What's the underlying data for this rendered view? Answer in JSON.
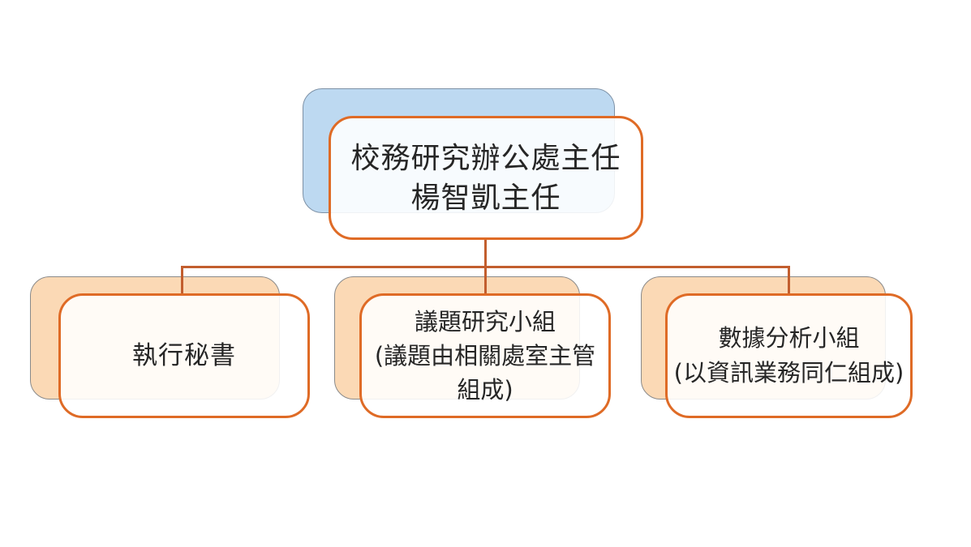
{
  "org_chart": {
    "root": {
      "lines": [
        "校務研究辦公處主任",
        "楊智凱主任"
      ]
    },
    "children": [
      {
        "lines": [
          "執行秘書"
        ]
      },
      {
        "lines": [
          "議題研究小組",
          "(議題由相關處室主管",
          "組成)"
        ]
      },
      {
        "lines": [
          "數據分析小組",
          "(以資訊業務同仁組成)"
        ]
      }
    ],
    "colors": {
      "root_shadow_fill": "#BDD9F1",
      "root_shadow_border": "#7D91A6",
      "child_shadow_fill": "#FBD9B5",
      "child_shadow_border": "#8A8A8A",
      "card_border": "#DF6B26",
      "card_fill": "rgba(255,255,255,0.88)",
      "connector": "#C25E2E",
      "text": "#262626",
      "background": "#FFFFFF"
    }
  }
}
